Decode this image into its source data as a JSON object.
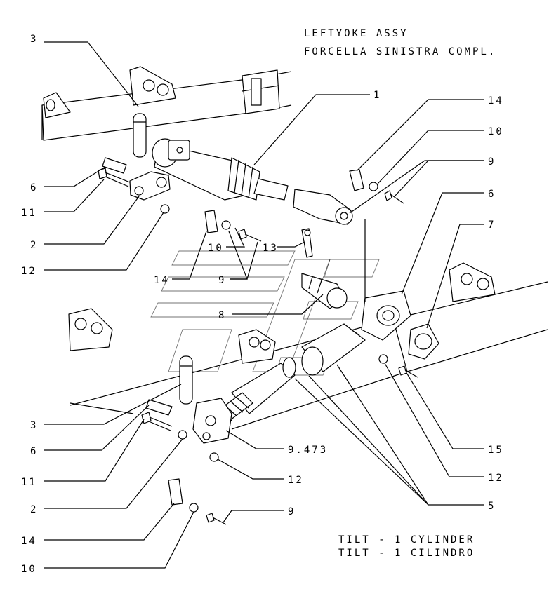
{
  "header": {
    "title_en": "LEFTYOKE ASSY",
    "title_it": "FORCELLA SINISTRA COMPL."
  },
  "footer": {
    "caption_en": "TILT - 1 CYLINDER",
    "caption_it": "TILT - 1 CILINDRO"
  },
  "callouts": [
    {
      "id": "c-top-3",
      "text": "3"
    },
    {
      "id": "c-top-1",
      "text": "1"
    },
    {
      "id": "c-top-14",
      "text": "14"
    },
    {
      "id": "c-top-10",
      "text": "10"
    },
    {
      "id": "c-top-9",
      "text": "9"
    },
    {
      "id": "c-top-6r",
      "text": "6"
    },
    {
      "id": "c-top-7",
      "text": "7"
    },
    {
      "id": "c-top-6l",
      "text": "6"
    },
    {
      "id": "c-top-11",
      "text": "11"
    },
    {
      "id": "c-top-2",
      "text": "2"
    },
    {
      "id": "c-top-12",
      "text": "12"
    },
    {
      "id": "c-mid-10",
      "text": "10"
    },
    {
      "id": "c-mid-13",
      "text": "13"
    },
    {
      "id": "c-mid-14",
      "text": "14"
    },
    {
      "id": "c-mid-9",
      "text": "9"
    },
    {
      "id": "c-mid-8",
      "text": "8"
    },
    {
      "id": "c-bot-3",
      "text": "3"
    },
    {
      "id": "c-bot-6",
      "text": "6"
    },
    {
      "id": "c-bot-9473",
      "text": "9.473"
    },
    {
      "id": "c-bot-15",
      "text": "15"
    },
    {
      "id": "c-bot-11",
      "text": "11"
    },
    {
      "id": "c-bot-12c",
      "text": "12"
    },
    {
      "id": "c-bot-12r",
      "text": "12"
    },
    {
      "id": "c-bot-2",
      "text": "2"
    },
    {
      "id": "c-bot-5",
      "text": "5"
    },
    {
      "id": "c-bot-9",
      "text": "9"
    },
    {
      "id": "c-bot-14",
      "text": "14"
    },
    {
      "id": "c-bot-10",
      "text": "10"
    }
  ]
}
